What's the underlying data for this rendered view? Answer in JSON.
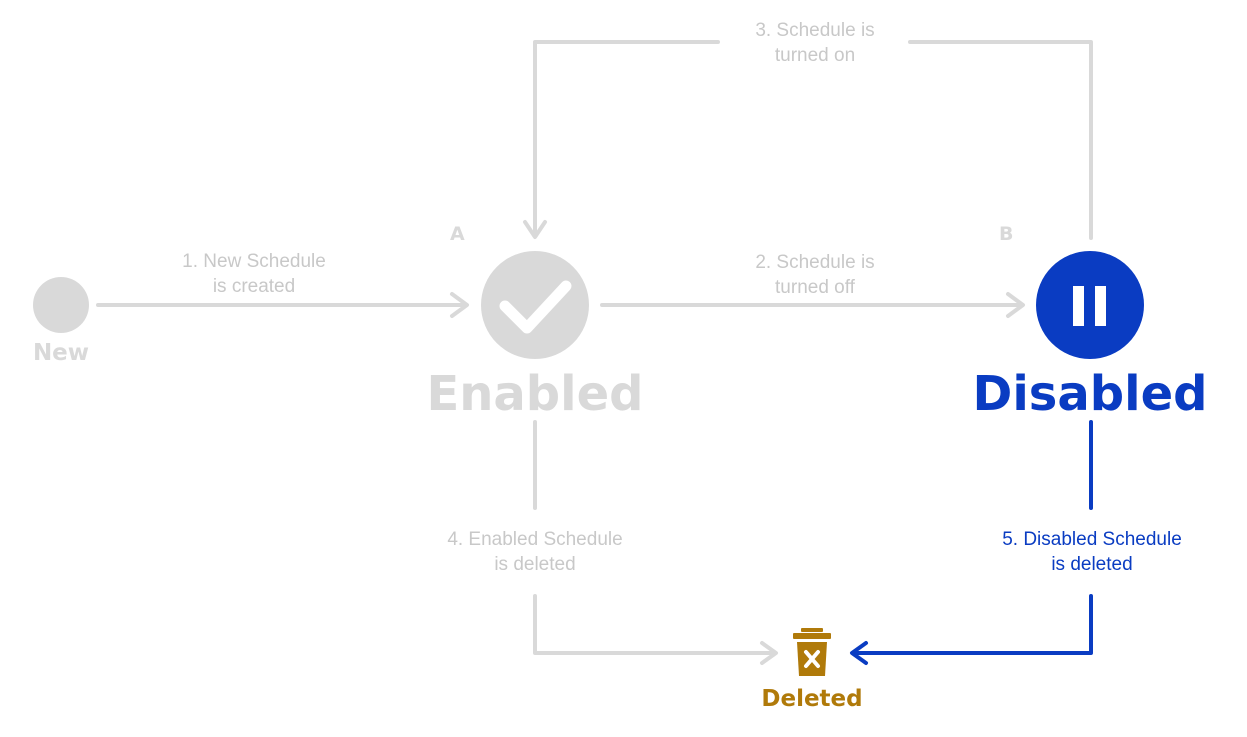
{
  "colors": {
    "inactive": "#d9d9d9",
    "inactive_text": "#c8c8c8",
    "active": "#0a3cc2",
    "deleted": "#b07a0a",
    "background": "#ffffff"
  },
  "states": {
    "new": {
      "label": "New",
      "icon": "circle-icon"
    },
    "enabled": {
      "label": "Enabled",
      "marker": "A",
      "icon": "checkmark-icon"
    },
    "disabled": {
      "label": "Disabled",
      "marker": "B",
      "icon": "pause-icon"
    },
    "deleted": {
      "label": "Deleted",
      "icon": "trash-icon"
    }
  },
  "transitions": {
    "t1": {
      "line1": "1. New Schedule",
      "line2": "is created"
    },
    "t2": {
      "line1": "2. Schedule is",
      "line2": "turned off"
    },
    "t3": {
      "line1": "3. Schedule is",
      "line2": "turned on"
    },
    "t4": {
      "line1": "4. Enabled Schedule",
      "line2": "is deleted"
    },
    "t5": {
      "line1": "5. Disabled Schedule",
      "line2": "is deleted"
    }
  }
}
